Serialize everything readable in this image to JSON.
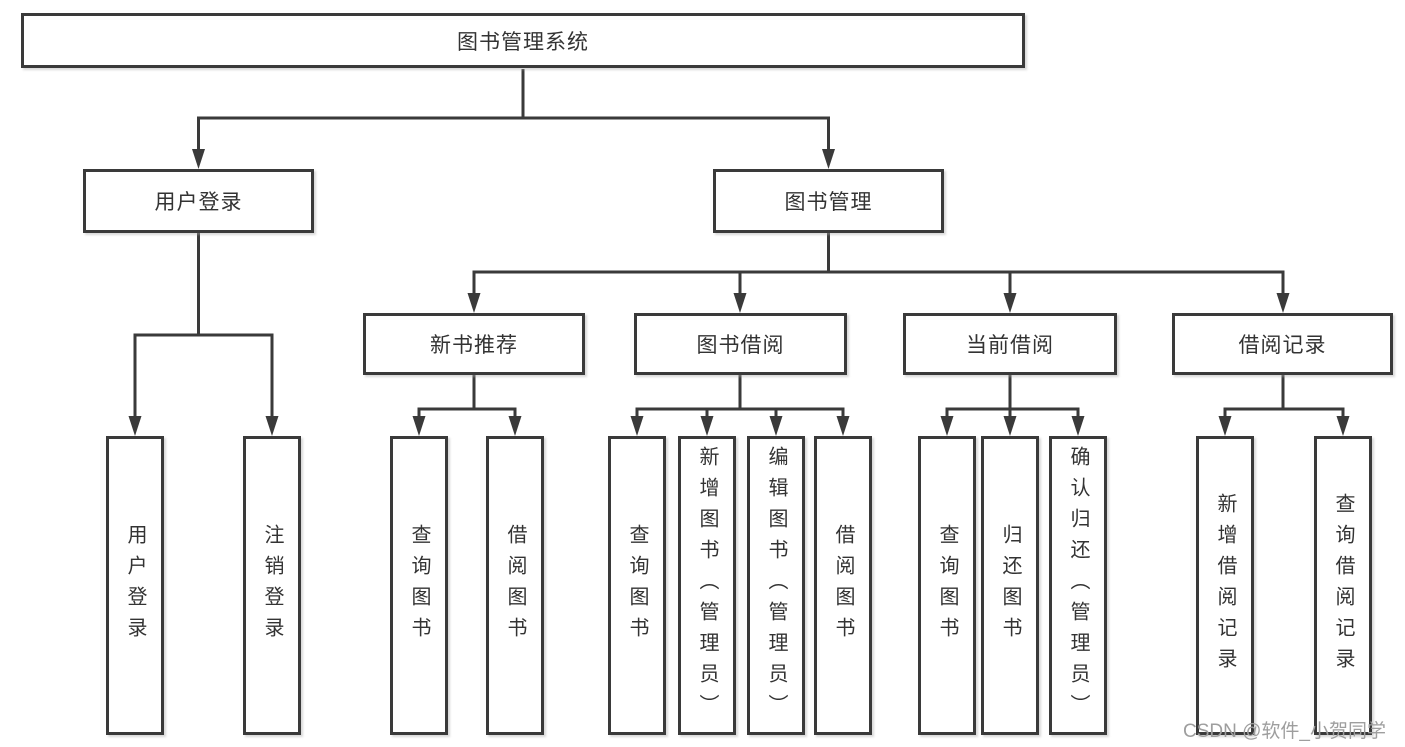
{
  "diagram_title": "图书管理系统",
  "tree": {
    "label": "图书管理系统",
    "children": [
      {
        "label": "用户登录",
        "children": [
          {
            "label": "用户登录"
          },
          {
            "label": "注销登录"
          }
        ]
      },
      {
        "label": "图书管理",
        "children": [
          {
            "label": "新书推荐",
            "children": [
              {
                "label": "查询图书"
              },
              {
                "label": "借阅图书"
              }
            ]
          },
          {
            "label": "图书借阅",
            "children": [
              {
                "label": "查询图书"
              },
              {
                "label": "新增图书（管理员）"
              },
              {
                "label": "编辑图书（管理员）"
              },
              {
                "label": "借阅图书"
              }
            ]
          },
          {
            "label": "当前借阅",
            "children": [
              {
                "label": "查询图书"
              },
              {
                "label": "归还图书"
              },
              {
                "label": "确认归还（管理员）"
              }
            ]
          },
          {
            "label": "借阅记录",
            "children": [
              {
                "label": "新增借阅记录"
              },
              {
                "label": "查询借阅记录"
              }
            ]
          }
        ]
      }
    ]
  },
  "watermark": "CSDN @软件_小贺同学",
  "colors": {
    "line": "#3a3a3a",
    "box_border": "#3a3a3a",
    "box_background": "#ffffff",
    "text": "#333333",
    "watermark": "#9e9e9e",
    "background": "#ffffff"
  }
}
